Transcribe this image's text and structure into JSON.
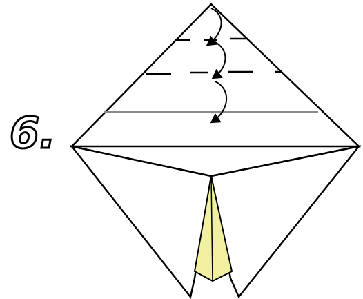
{
  "step": {
    "number": "6."
  },
  "colors": {
    "paper": "#ffffff",
    "outline": "#000000",
    "crease_line": "#8a8a8a",
    "inner_flap": "#f0f0a0",
    "arrow": "#000000"
  },
  "diagram": {
    "subject": "origami-step",
    "fold_lines": 3,
    "fold_arrows": 3
  }
}
